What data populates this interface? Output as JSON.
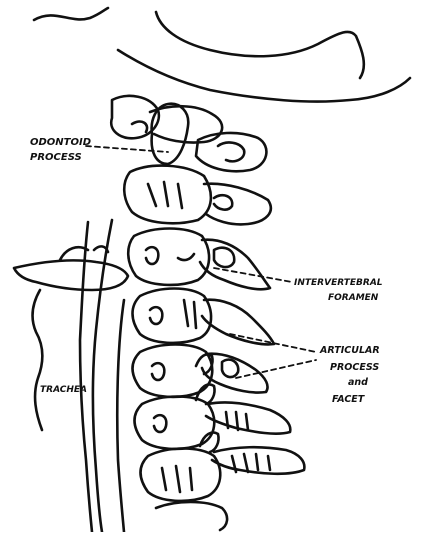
{
  "figure": {
    "ink_color": "#111111",
    "background": "#ffffff",
    "labels": {
      "odontoid_line1": "ODONTOID",
      "odontoid_line2": "PROCESS",
      "intervertebral_line1": "INTERVERTEBRAL",
      "intervertebral_line2": "FORAMEN",
      "articular_line1": "ARTICULAR",
      "articular_line2": "PROCESS",
      "articular_line3": "and",
      "articular_line4": "FACET",
      "trachea": "TRACHEA"
    }
  }
}
